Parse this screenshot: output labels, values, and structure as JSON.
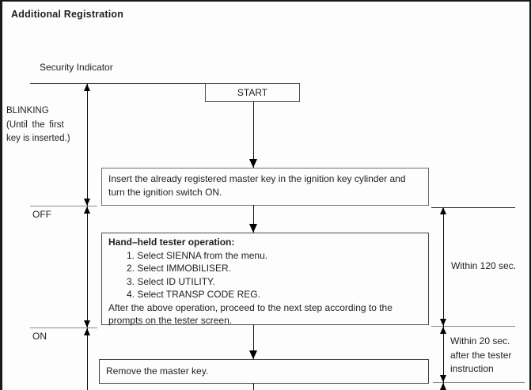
{
  "title": "Additional Registration",
  "indicator": {
    "label": "Security Indicator",
    "states": {
      "blinking": {
        "line1": "BLINKING",
        "line2": "(Until the first",
        "line3": "key is inserted.)"
      },
      "off": "OFF",
      "on": "ON"
    }
  },
  "flow": {
    "start": "START",
    "step1": {
      "line1": "Insert the already registered master key in the ignition key cylinder and",
      "line2": "turn the ignition switch ON."
    },
    "step2": {
      "heading": "Hand–held tester operation:",
      "items": [
        "1. Select SIENNA from the menu.",
        "2. Select IMMOBILISER.",
        "3. Select ID UTILITY.",
        "4. Select TRANSP CODE REG."
      ],
      "footer_line1": "After the above operation, proceed to the next step according to the",
      "footer_line2": "prompts on the tester screen."
    },
    "step3": "Remove the master key."
  },
  "annotations": {
    "within_120": "Within 120 sec.",
    "within_20": {
      "line1": "Within 20 sec.",
      "line2": "after the tester",
      "line3": "instruction"
    }
  },
  "colors": {
    "ink": "#1f1f1f",
    "line_dark": "#3c3c3c",
    "line_gray": "#8c8c8c"
  }
}
